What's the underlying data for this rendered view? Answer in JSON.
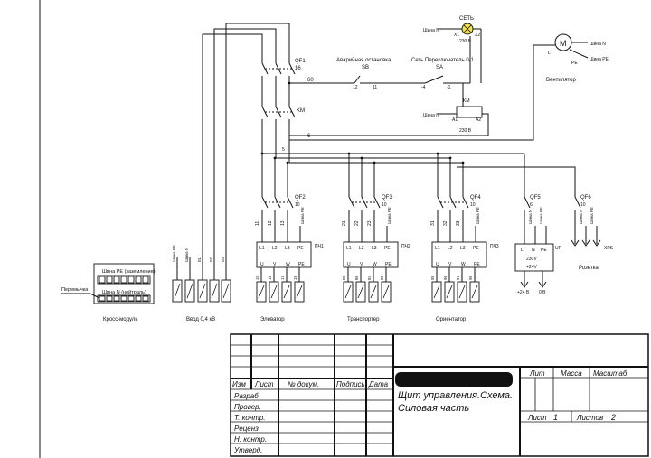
{
  "terminals": {
    "cross_module": "Кросс-модуль",
    "bus_pe_ground": "Шина PE (заземление)",
    "bus_n_neutral": "Шина N (нейтраль)",
    "jumper": "Перемычка",
    "input": "Ввод 0,4 кВ",
    "input_lines": [
      "Шина PE",
      "Шина N",
      "01",
      "02",
      "03"
    ]
  },
  "top": {
    "qf1": "QF1",
    "qf1_rating": "16",
    "km": "KM",
    "emergency_stop": "Аварийная остановка",
    "sb": "SB",
    "selector": "Сеть Переключатель 0-1",
    "sa": "SA",
    "lamp_label": "СЕТЬ",
    "lamp_voltage": "230 В",
    "bus_n": "Шина N",
    "bus_pe": "Шина PE",
    "coil_label": "KM",
    "coil_voltage": "230 В",
    "fan": "Вентилятор",
    "fan_symbol": "M",
    "wire_60": "60",
    "wire_6": "6",
    "wire_5": "5",
    "node_12": "12",
    "node_11": "11",
    "node_4": "-4",
    "node_1": "-1",
    "x1": "X1",
    "x2": "X2",
    "a1": "A1",
    "a2": "A2",
    "l": "L",
    "pe": "PE"
  },
  "groups": [
    {
      "breaker": "QF2",
      "rating": "10",
      "vfd": "ПЧ1",
      "name": "Элеватор",
      "wires": [
        "11",
        "12",
        "13"
      ],
      "out": [
        "15",
        "16",
        "17",
        "18"
      ]
    },
    {
      "breaker": "QF3",
      "rating": "10",
      "vfd": "ПЧ2",
      "name": "Транспортер",
      "wires": [
        "21",
        "22",
        "23"
      ],
      "out": [
        "85",
        "86",
        "87",
        "88"
      ]
    },
    {
      "breaker": "QF4",
      "rating": "10",
      "vfd": "ПЧ3",
      "name": "Ориентатор",
      "wires": [
        "31",
        "32",
        "33"
      ],
      "out": [
        "95",
        "96",
        "97",
        "98"
      ]
    }
  ],
  "phase_labels": [
    "L1",
    "L2",
    "L3",
    "PE"
  ],
  "motor_labels": [
    "U",
    "V",
    "W",
    "PE"
  ],
  "bus_pe_vert": "Шина PE",
  "qf5": {
    "label": "QF5",
    "rating": "6",
    "psu": "UP",
    "in": [
      "L",
      "N",
      "PE"
    ],
    "v_in": "230V",
    "v_out": "+24V",
    "out_plus": "+24 В",
    "out_zero": "0 В",
    "bus_n": "Шина N",
    "bus_pe": "Шина PE"
  },
  "qf6": {
    "label": "QF6",
    "rating": "10",
    "socket": "Розетка",
    "xps": "XPS",
    "bus_n": "Шина N",
    "bus_pe": "Шина PE"
  },
  "title_block": {
    "cols": [
      "Изм",
      "Лист",
      "№ докум.",
      "Подпись",
      "Дата"
    ],
    "rows": [
      "Разраб.",
      "Провер.",
      "Т. контр.",
      "Реценз.",
      "Н. контр.",
      "Утверд."
    ],
    "title_line1": "Щит управления.Схема.",
    "title_line2": "Силовая часть",
    "lit": "Лит",
    "mass": "Масса",
    "scale": "Масштаб",
    "sheet": "Лист",
    "sheet_num": "1",
    "sheets": "Листов",
    "sheets_num": "2"
  },
  "colors": {
    "line": "#111111",
    "lamp": "#f3e24a",
    "background": "#ffffff"
  }
}
